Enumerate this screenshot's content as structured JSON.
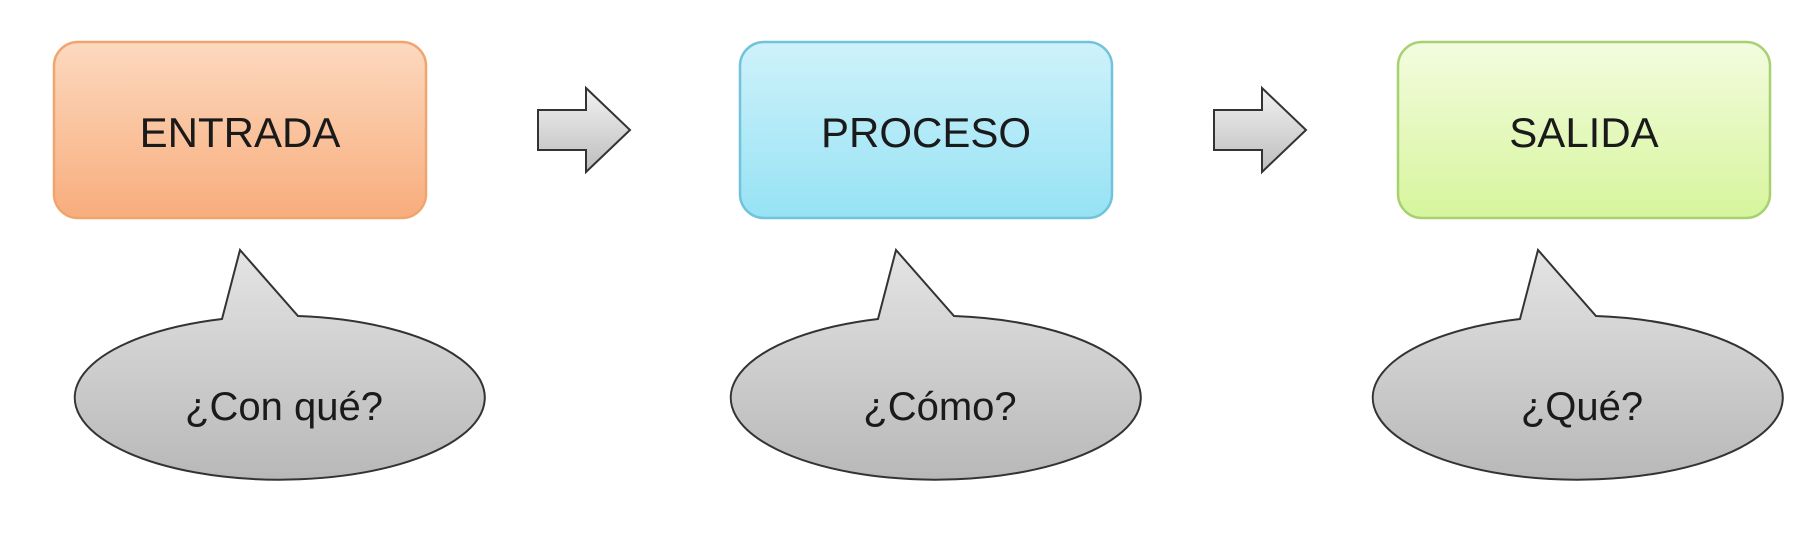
{
  "diagram": {
    "steps": [
      {
        "label": "ENTRADA",
        "question": "¿Con qué?",
        "fill_top": "#fcd9bf",
        "fill_bottom": "#f8ad7c",
        "stroke": "#f0a56e"
      },
      {
        "label": "PROCESO",
        "question": "¿Cómo?",
        "fill_top": "#cff2fb",
        "fill_bottom": "#96e2f4",
        "stroke": "#6fc3db"
      },
      {
        "label": "SALIDA",
        "question": "¿Qué?",
        "fill_top": "#f3fcdf",
        "fill_bottom": "#d6f59c",
        "stroke": "#a8cf70"
      }
    ],
    "arrow_color": "#cfcfcf",
    "bubble_color": "#c8c8c8"
  }
}
